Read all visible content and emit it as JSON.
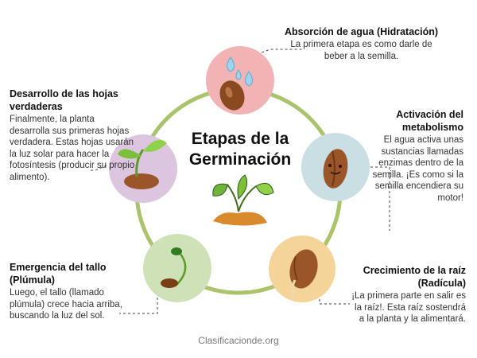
{
  "title": "Etapas de la Germinación",
  "footer": "Clasificacionde.org",
  "colors": {
    "ring": "#a9c46a",
    "stage1": "#f1b3b3",
    "stage2": "#c9dfe3",
    "stage3": "#f5d49a",
    "stage4": "#cfe1b6",
    "stage5": "#dcc6df",
    "seed": "#8a4a1f",
    "leaf": "#7cbf3b"
  },
  "stages": [
    {
      "heading": "Absorción de agua (Hidratación)",
      "body": "La primera etapa es como darle de beber a la semilla.",
      "icon": "water-drops-seed-icon"
    },
    {
      "heading": "Activación del metabolismo",
      "body": "El agua activa unas sustancias llamadas enzimas dentro de la semilla. ¡Es como si la semilla encendiera su motor!",
      "icon": "smiling-seed-icon"
    },
    {
      "heading": "Crecimiento de la raíz (Radícula)",
      "body": "¡La primera parte en salir es la raíz!. Esta raíz sostendrá a la planta y la alimentará.",
      "icon": "sprouting-root-seed-icon"
    },
    {
      "heading": "Emergencia del tallo (Plúmula)",
      "body": "Luego, el tallo (llamado plúmula) crece hacia arriba, buscando la luz del sol.",
      "icon": "stem-sprout-icon"
    },
    {
      "heading": "Desarrollo de las hojas verdaderas",
      "body": "Finalmente, la planta desarrolla sus primeras hojas verdadera. Estas hojas usarán la luz solar para hacer la fotosíntesis (producir su propio alimento).",
      "icon": "leafy-seedling-icon"
    }
  ]
}
